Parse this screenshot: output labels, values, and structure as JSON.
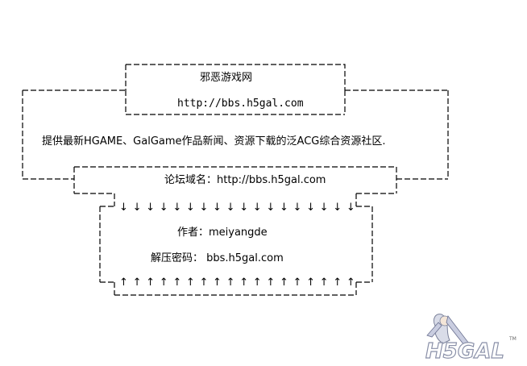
{
  "title": "邪恶游戏网",
  "top_url": "http://bbs.h5gal.com",
  "description": "提供最新HGAME、GalGame作品新闻、资源下载的泛ACG综合资源社区.",
  "forum_domain": "论坛域名：http://bbs.h5gal.com",
  "author": "作者：meiyangde",
  "password": "解压密码： bbs.h5gal.com",
  "arrow_down": "↓",
  "arrow_up": "↑",
  "arrow_count": 18,
  "logo": {
    "text": "H5GAL",
    "tm": "TM"
  }
}
